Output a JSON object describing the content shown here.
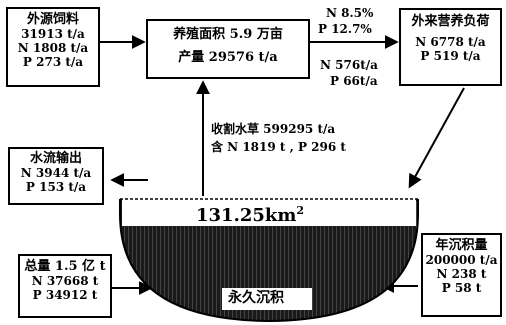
{
  "external_feed": {
    "title": "外源饲料",
    "mass": "31913 t/a",
    "n": "N 1808 t/a",
    "p": "P 273 t/a"
  },
  "farming": {
    "area": "养殖面积 5.9 万亩",
    "yield": "产量 29576 t/a"
  },
  "to_external": {
    "n_pct": "N 8.5%",
    "p_pct": "P 12.7%",
    "n_val": "N 576t/a",
    "p_val": "P 66t/a"
  },
  "external_load": {
    "title": "外来营养负荷",
    "n": "N 6778 t/a",
    "p": "P 519 t/a"
  },
  "harvest": {
    "line1": "收割水草 599295 t/a",
    "line2": "含 N 1819 t , P 296 t"
  },
  "outflow": {
    "title": "水流输出",
    "n": "N 3944 t/a",
    "p": "P 153 t/a"
  },
  "lake": {
    "area_value": "131.25km",
    "area_sup": "2",
    "sediment": "永久沉积"
  },
  "stock": {
    "total": "总量 1.5 亿 t",
    "n": "N 37668 t",
    "p": "P 34912 t"
  },
  "deposition": {
    "title": "年沉积量",
    "mass": "200000 t/a",
    "n": "N 238 t",
    "p": "P 58 t"
  }
}
